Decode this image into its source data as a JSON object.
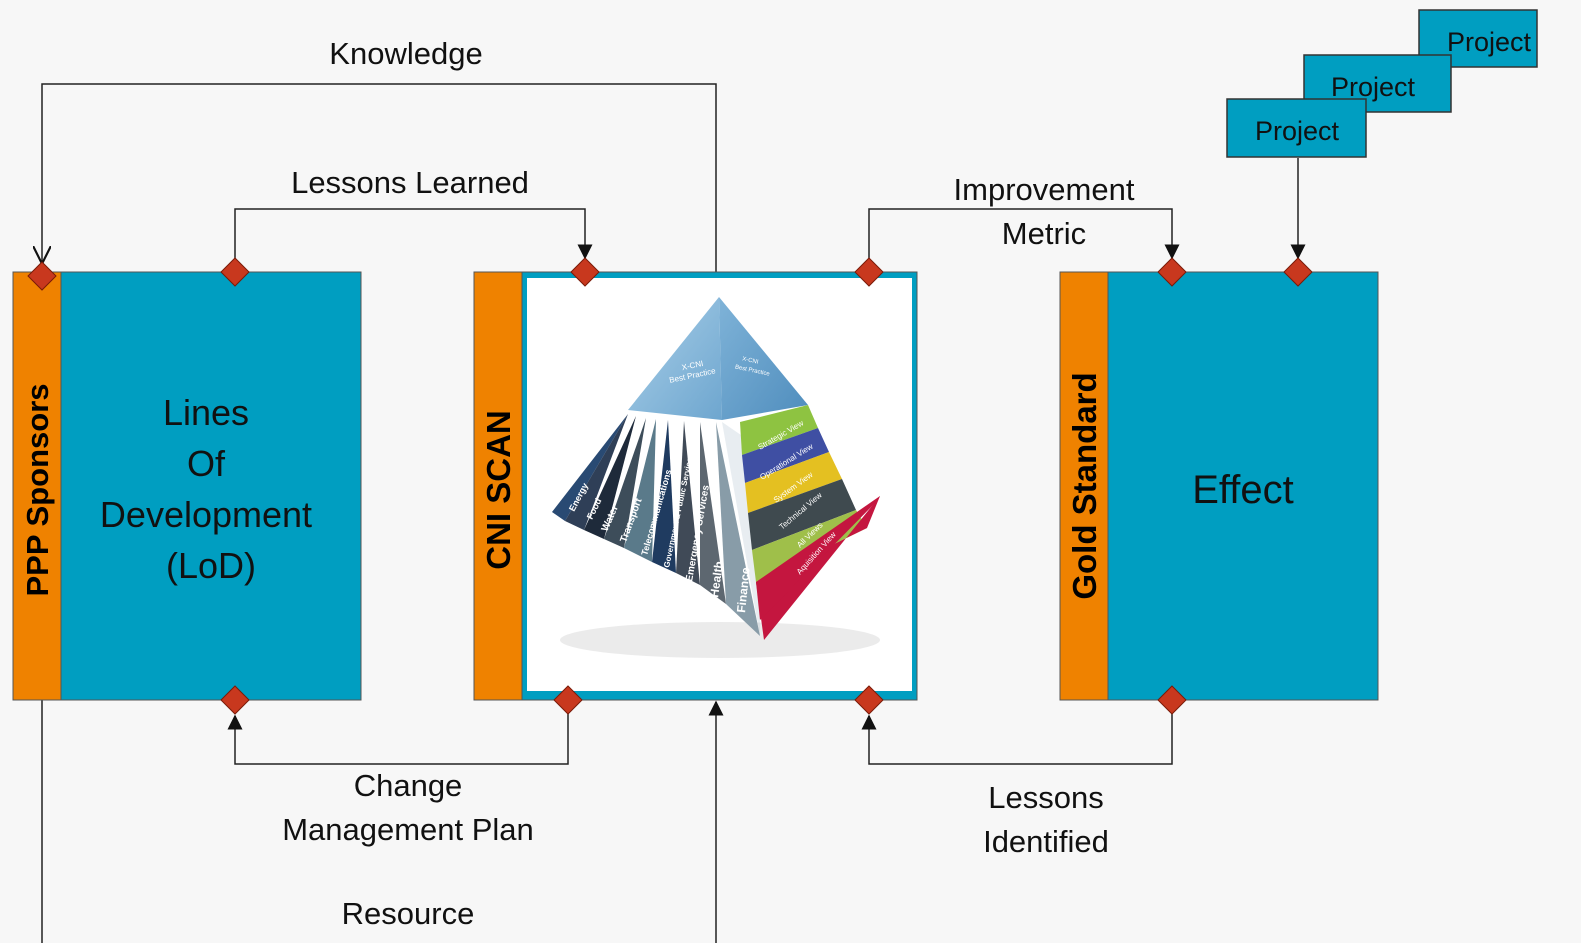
{
  "colors": {
    "box_fill": "#009ec1",
    "bar_fill": "#ef8200",
    "connector_node": "#c8381e",
    "line": "#222222",
    "background": "#f7f7f7"
  },
  "flow_labels": {
    "knowledge": "Knowledge",
    "lessons_learned": "Lessons Learned",
    "improvement_metric_1": "Improvement",
    "improvement_metric_2": "Metric",
    "change_plan_1": "Change",
    "change_plan_2": "Management Plan",
    "lessons_identified_1": "Lessons",
    "lessons_identified_2": "Identified",
    "resource": "Resource"
  },
  "boxes": {
    "sponsors_bar": "PPP Sponsors",
    "lod_line1": "Lines",
    "lod_line2": "Of",
    "lod_line3": "Development",
    "lod_line4": "(LoD)",
    "cni_bar": "CNI SCAN",
    "gold_bar": "Gold Standard",
    "effect": "Effect"
  },
  "projects": [
    "Project",
    "Project",
    "Project"
  ],
  "pyramid": {
    "apex_left_1": "X-CNI",
    "apex_left_2": "Best Practice",
    "apex_right_1": "X-CNI",
    "apex_right_2": "Best Practice",
    "sectors": [
      "Energy",
      "Food",
      "Water",
      "Transport",
      "Telecommunications",
      "Government & Public Services",
      "Emergency Services",
      "Health",
      "Finance"
    ],
    "views": [
      "Strategic View",
      "Operational View",
      "System View",
      "Technical View",
      "All Views",
      "Aquisition View"
    ]
  }
}
